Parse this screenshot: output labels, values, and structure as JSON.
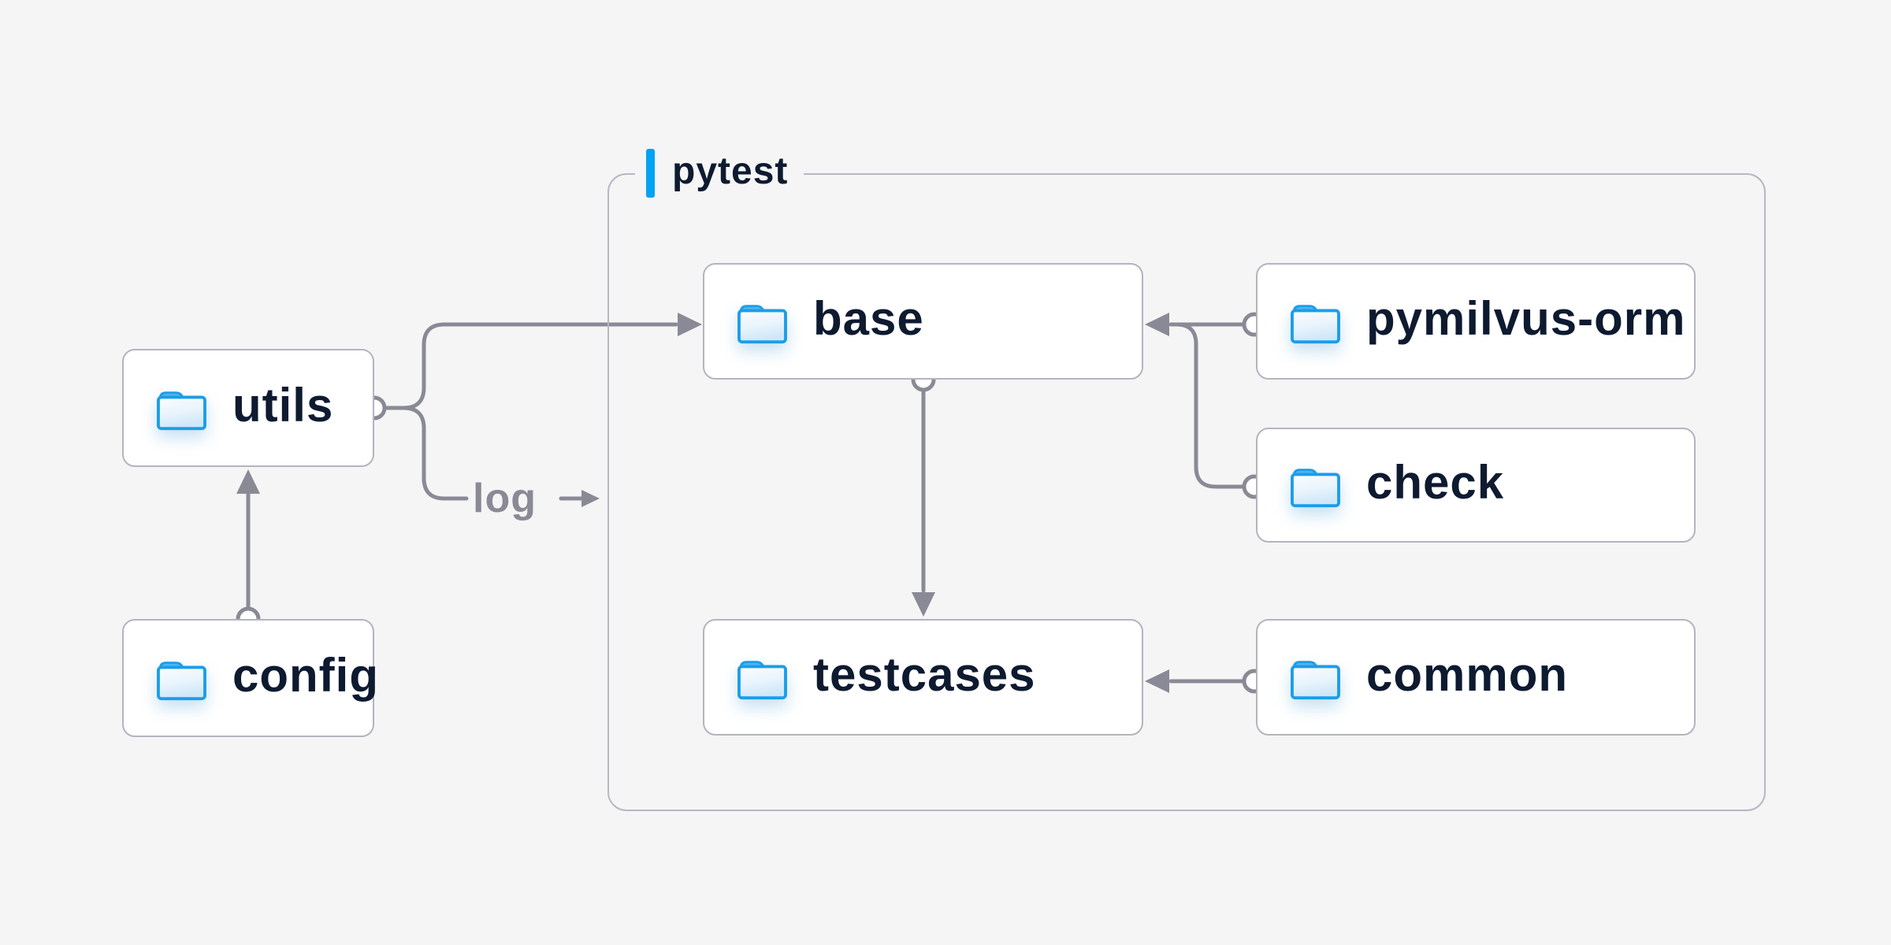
{
  "diagram": {
    "title_group": {
      "label": "pytest"
    },
    "nodes": [
      {
        "id": "utils",
        "label": "utils",
        "inside_group": false
      },
      {
        "id": "config",
        "label": "config",
        "inside_group": false
      },
      {
        "id": "base",
        "label": "base",
        "inside_group": true
      },
      {
        "id": "pymilvus-orm",
        "label": "pymilvus-orm",
        "inside_group": true
      },
      {
        "id": "check",
        "label": "check",
        "inside_group": true
      },
      {
        "id": "testcases",
        "label": "testcases",
        "inside_group": true
      },
      {
        "id": "common",
        "label": "common",
        "inside_group": true
      }
    ],
    "edges": [
      {
        "from": "config",
        "to": "utils",
        "label": ""
      },
      {
        "from": "utils",
        "to": "base",
        "label": ""
      },
      {
        "from": "utils",
        "to": "pytest",
        "label": "log"
      },
      {
        "from": "base",
        "to": "testcases",
        "label": ""
      },
      {
        "from": "pymilvus-orm",
        "to": "base",
        "label": ""
      },
      {
        "from": "check",
        "to": "base",
        "label": ""
      },
      {
        "from": "common",
        "to": "testcases",
        "label": ""
      }
    ],
    "colors": {
      "background": "#f5f5f6",
      "node_fill": "#ffffff",
      "node_border": "#b4b4c0",
      "group_border": "#b7b7c3",
      "connector_gray": "#8a8a96",
      "text_navy": "#0e1a30",
      "edge_label_gray": "#8a8a96",
      "accent_blue": "#00a2f2",
      "folder_stroke_blue": "#1b9de9",
      "folder_tab_blue": "#56b5ed"
    }
  }
}
